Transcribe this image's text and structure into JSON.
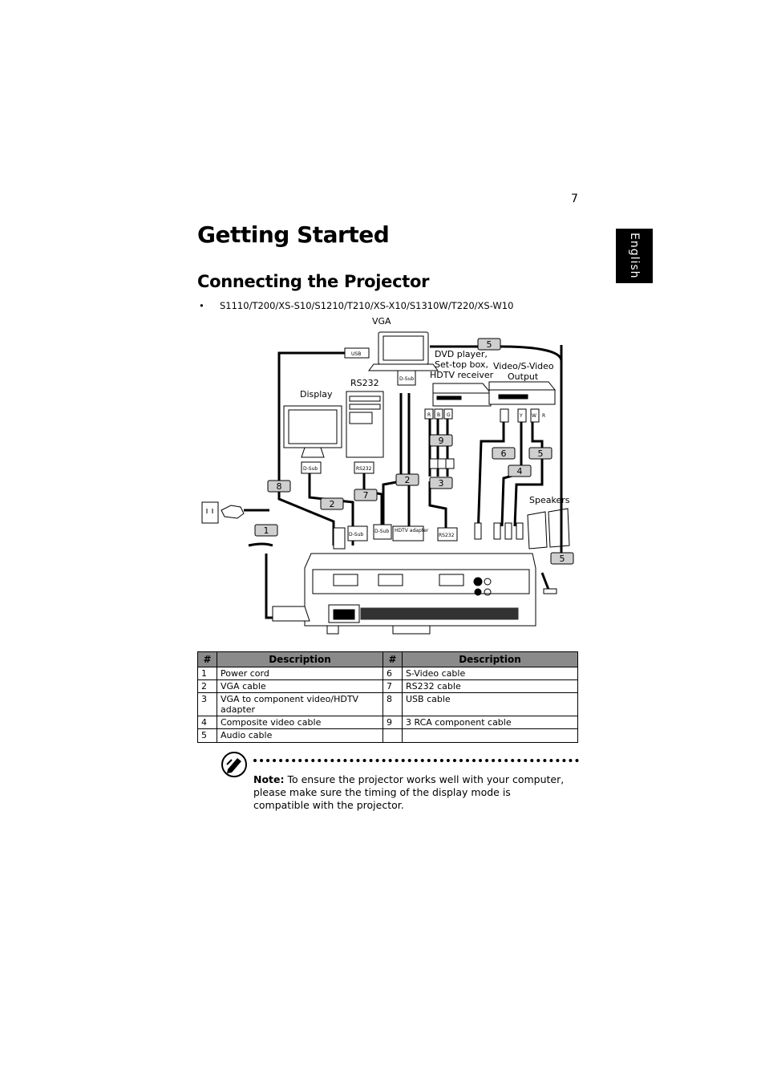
{
  "page": {
    "number": "7",
    "language_tab": "English",
    "title": "Getting Started",
    "section_title": "Connecting the Projector",
    "model_bullet": "•",
    "models": "S1110/T200/XS-S10/S1210/T210/XS-X10/S1310W/T220/XS-W10"
  },
  "diagram": {
    "labels": {
      "vga": "VGA",
      "dvd": [
        "DVD player,",
        "Set-top box,",
        "HDTV receiver"
      ],
      "video_out": [
        "Video/S-Video",
        "Output"
      ],
      "rs232": "RS232",
      "display": "Display",
      "speakers": "Speakers",
      "usb": "USB",
      "dsub": "D-Sub",
      "rs232_small": "RS232",
      "hdtv_adapter": "HDTV adapter",
      "rca_r": "R",
      "rca_b": "B",
      "rca_g": "G",
      "video_y": "Y",
      "audio_w": "W",
      "audio_r": "R"
    },
    "callouts": {
      "c1": "1",
      "c2a": "2",
      "c2b": "2",
      "c3": "3",
      "c4": "4",
      "c5a": "5",
      "c5b": "5",
      "c5c": "5",
      "c6": "6",
      "c7": "7",
      "c8": "8",
      "c9": "9"
    }
  },
  "table": {
    "headers": [
      "#",
      "Description",
      "#",
      "Description"
    ],
    "rows": [
      [
        "1",
        "Power cord",
        "6",
        "S-Video cable"
      ],
      [
        "2",
        "VGA cable",
        "7",
        "RS232 cable"
      ],
      [
        "3",
        "VGA to component video/HDTV adapter",
        "8",
        "USB cable"
      ],
      [
        "4",
        "Composite video cable",
        "9",
        "3 RCA component cable"
      ],
      [
        "5",
        "Audio cable",
        "",
        ""
      ]
    ]
  },
  "note": {
    "label": "Note:",
    "text": " To ensure the projector works well with your computer, please make sure the timing of the display mode is compatible with the projector."
  }
}
